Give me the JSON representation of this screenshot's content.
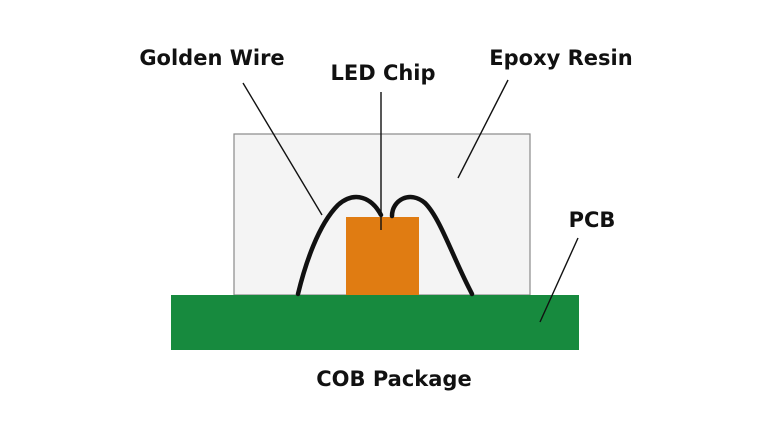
{
  "diagram": {
    "title": "COB Package",
    "labels": {
      "golden_wire": "Golden Wire",
      "led_chip": "LED Chip",
      "epoxy_resin": "Epoxy Resin",
      "pcb": "PCB"
    },
    "colors": {
      "pcb": "#178a3e",
      "chip": "#e07c12",
      "epoxy": "#f4f4f4",
      "epoxy_border": "#8a8a8a",
      "wire": "#111111",
      "leader": "#111111",
      "text": "#111111"
    }
  }
}
